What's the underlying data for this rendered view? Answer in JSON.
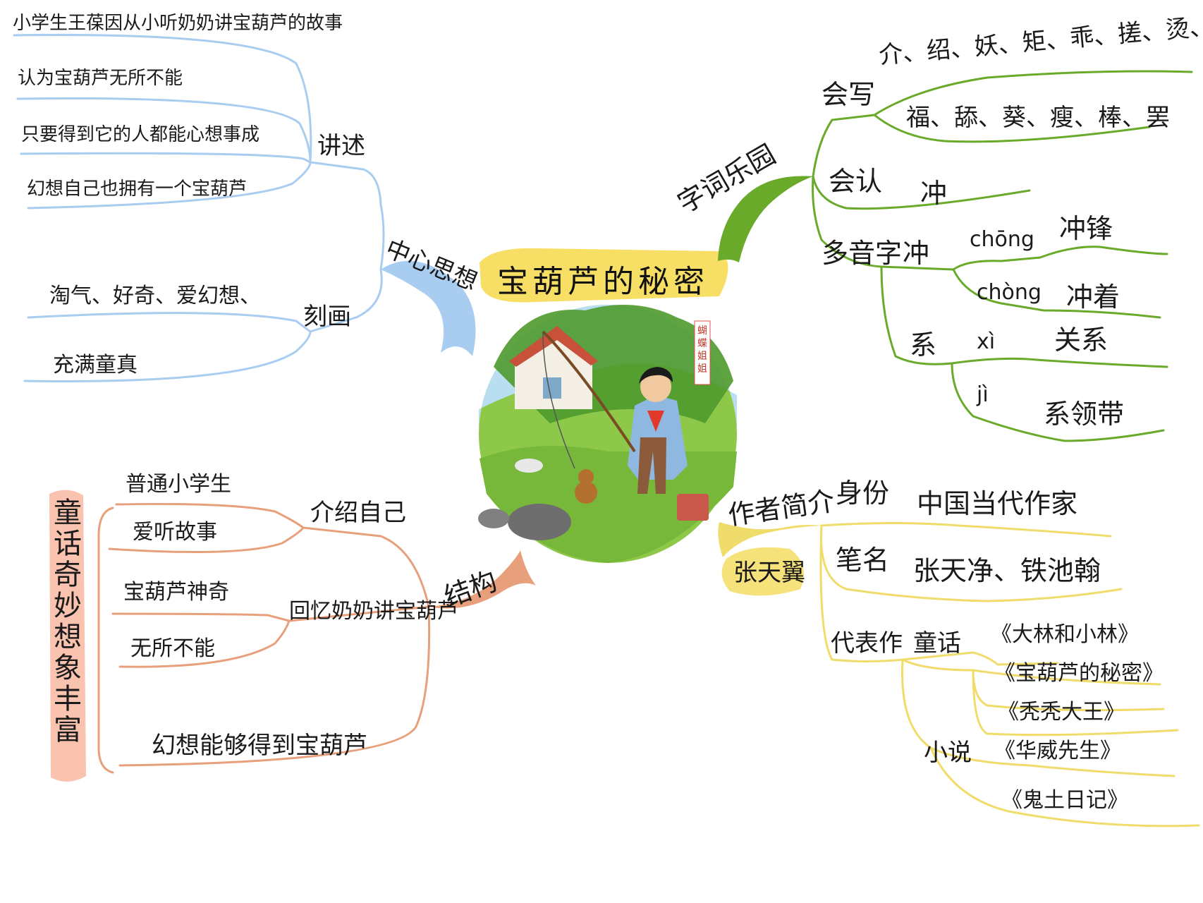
{
  "title": "宝葫芦的秘密",
  "illustration": {
    "stamp": "蝴蝶姐姐"
  },
  "branches": {
    "theme": {
      "label": "中心思想",
      "narrate": {
        "label": "讲述",
        "items": [
          "小学生王葆因从小听奶奶讲宝葫芦的故事",
          "认为宝葫芦无所不能",
          "只要得到它的人都能心想事成",
          "幻想自己也拥有一个宝葫芦"
        ]
      },
      "portray": {
        "label": "刻画",
        "items": [
          "淘气、好奇、爱幻想、",
          "充满童真"
        ]
      }
    },
    "words": {
      "label": "字词乐园",
      "write": {
        "label": "会写",
        "line1": "介、绍、妖、矩、乖、搓、烫、丫、拽",
        "line2": "福、舔、葵、瘦、棒、罢"
      },
      "recognize": {
        "label": "会认",
        "char": "冲"
      },
      "polyphone": {
        "label": "多音字",
        "groups": [
          {
            "char": "冲",
            "readings": [
              {
                "pinyin": "chōng",
                "word": "冲锋"
              },
              {
                "pinyin": "chòng",
                "word": "冲着"
              }
            ]
          },
          {
            "char": "系",
            "readings": [
              {
                "pinyin": "xì",
                "word": "关系"
              },
              {
                "pinyin": "jì",
                "word": "系领带"
              }
            ]
          }
        ]
      }
    },
    "structure": {
      "label": "结构",
      "intro": {
        "label": "介绍自己",
        "items": [
          "普通小学生",
          "爱听故事"
        ]
      },
      "recall": {
        "label": "回忆奶奶讲宝葫芦",
        "items": [
          "宝葫芦神奇",
          "无所不能"
        ]
      },
      "dream": "幻想能够得到宝葫芦",
      "summary": "童话奇妙想象丰富"
    },
    "author": {
      "label": "作者简介",
      "name": "张天翼",
      "identity": {
        "label": "身份",
        "value": "中国当代作家"
      },
      "penname": {
        "label": "笔名",
        "value": "张天净、铁池翰"
      },
      "works": {
        "label": "代表作",
        "fairy": {
          "label": "童话",
          "items": [
            "《大林和小林》",
            "《宝葫芦的秘密》",
            "《秃秃大王》"
          ]
        },
        "novel": {
          "label": "小说",
          "items": [
            "《华威先生》",
            "《鬼土日记》"
          ]
        }
      }
    }
  },
  "colors": {
    "theme": "#a9cdf0",
    "words": "#6aaa2a",
    "structure": "#e8a07c",
    "author": "#f0dc6a",
    "highlight": "#f6d84a",
    "summary": "#f3a58c"
  }
}
